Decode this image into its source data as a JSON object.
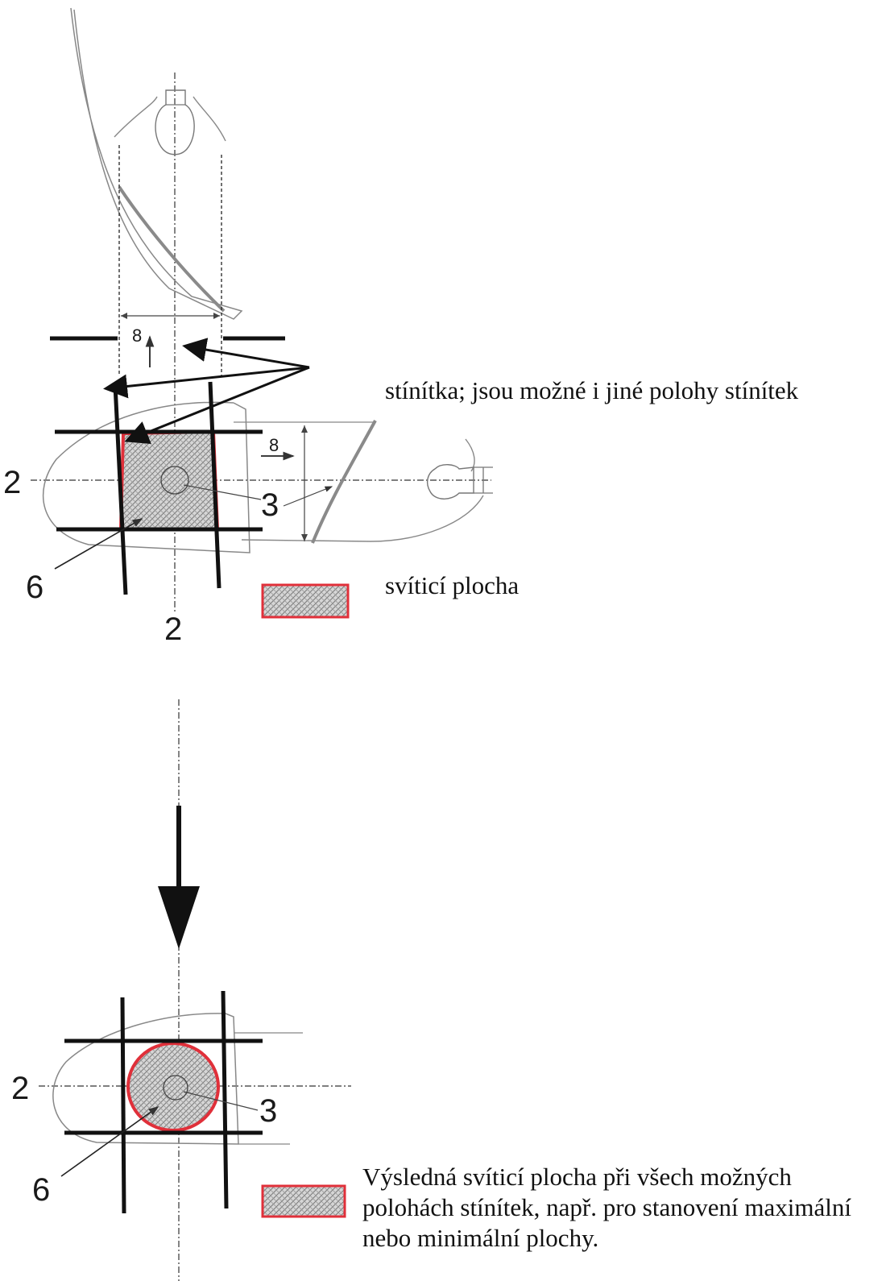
{
  "notes": {
    "screens": "stínítka; jsou možné i jiné polohy stínítek",
    "illuminating_surface": "svíticí plocha",
    "resulting_surface": "Výsledná svíticí plocha při všech možných polohách stínítek, např. pro stanovení maximální nebo minimální plochy."
  },
  "labels": {
    "axis_top_left": "2",
    "axis_top_bottom": "2",
    "axis_bottom_left": "2",
    "ref_point_top": "3",
    "ref_point_bottom": "3",
    "area_ref_top": "6",
    "area_ref_bottom": "6",
    "dir_vertical": "8",
    "dir_horizontal": "8"
  },
  "colors": {
    "outline": "#e0303a",
    "hatch": "#8a8a8a",
    "screen": "#111111"
  }
}
